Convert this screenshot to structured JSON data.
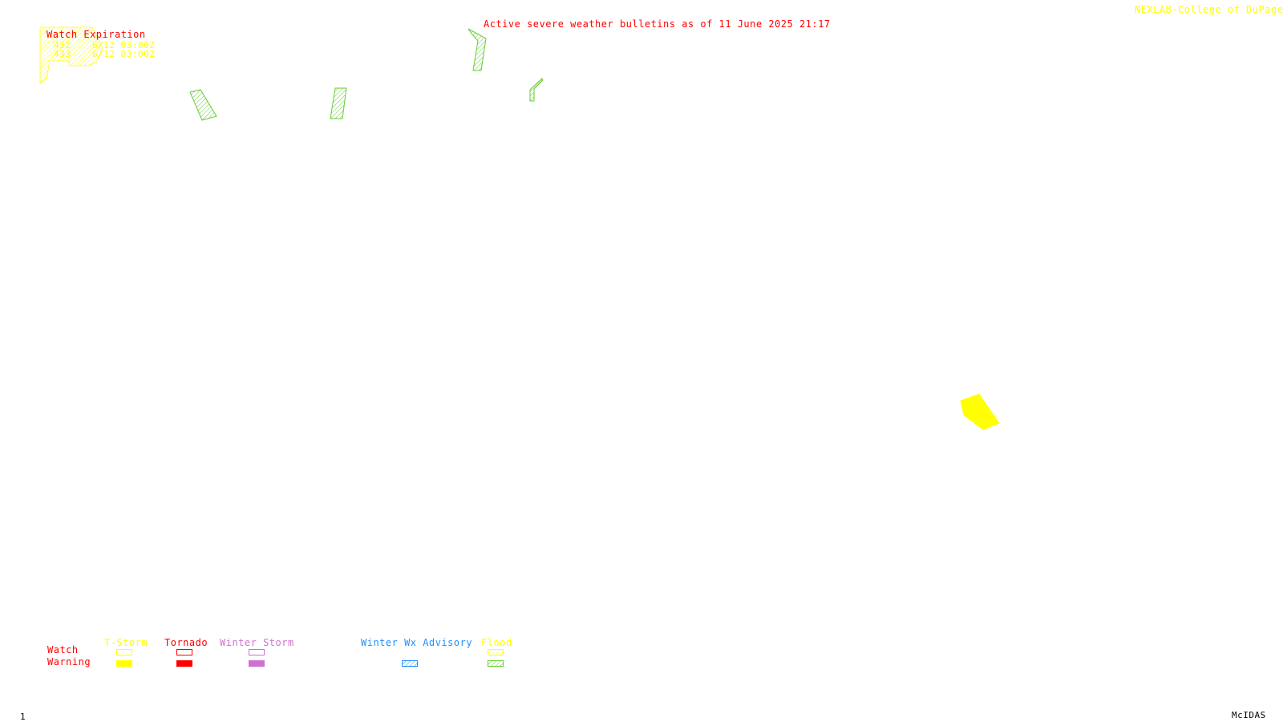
{
  "header": {
    "bulletin_title": "Active severe weather bulletins as of 11 June 2025 21:17",
    "credit": "NEXLAB-College of DuPage ©"
  },
  "watch_expiration": {
    "label": "Watch Expiration",
    "rows": [
      {
        "id": "432",
        "time": "6/12 03:00Z"
      },
      {
        "id": "433",
        "time": "6/12 03:00Z"
      }
    ]
  },
  "legend": {
    "row_labels": {
      "watch": "Watch",
      "warning": "Warning"
    },
    "categories": [
      {
        "name": "T-Storm",
        "color": "#ffff00"
      },
      {
        "name": "Tornado",
        "color": "#ff0000"
      },
      {
        "name": "Winter Storm",
        "color": "#d070d0"
      },
      {
        "name": "Winter Wx Advisory",
        "color": "#1e90ff"
      },
      {
        "name": "Flood",
        "color": "#ffff00",
        "warning_color": "#66cc33"
      }
    ]
  },
  "footer": {
    "frame_number": "1",
    "software": "McIDAS"
  },
  "colors": {
    "title_red": "#ff0000",
    "credit_yellow": "#ffff00",
    "flood_green": "#66cc33",
    "tstorm_yellow": "#ffff00"
  }
}
